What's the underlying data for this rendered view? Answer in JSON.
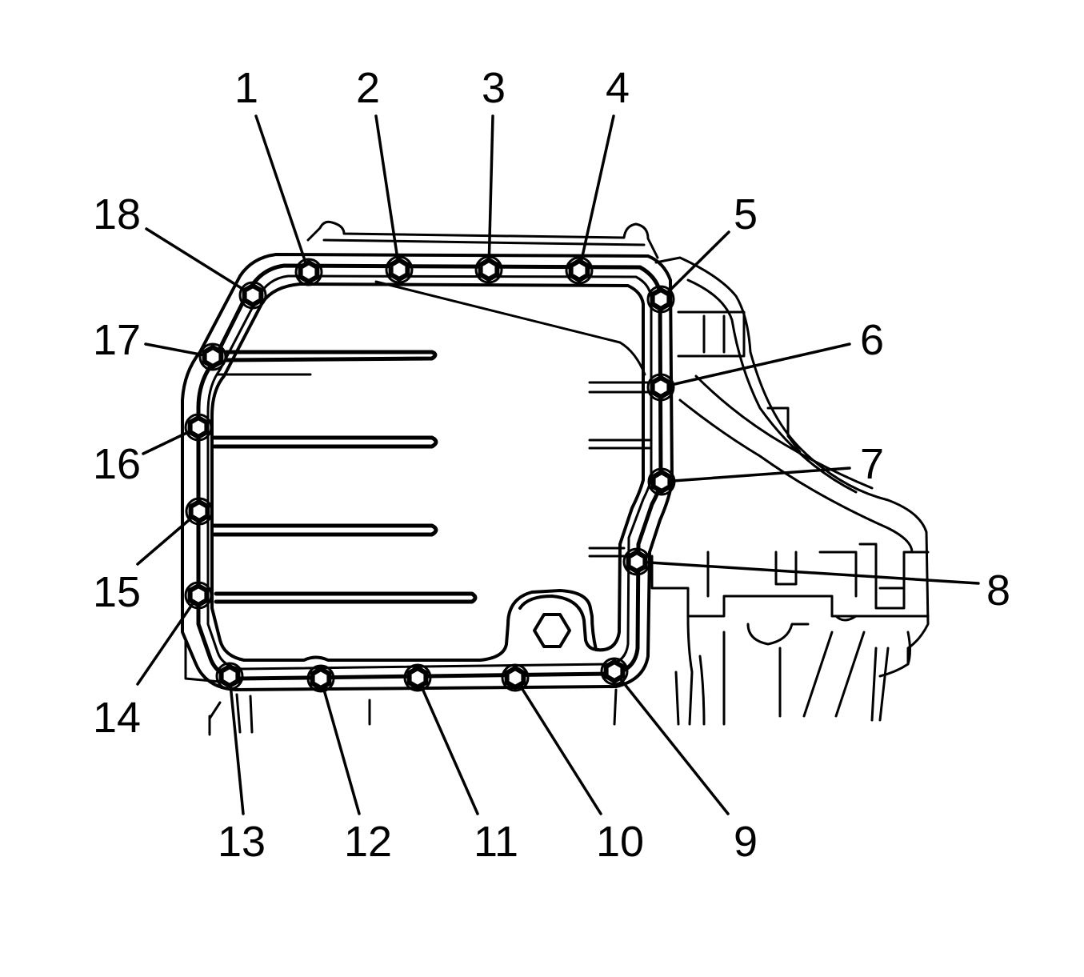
{
  "bolt_labels": [
    "1",
    "2",
    "3",
    "4",
    "5",
    "6",
    "7",
    "8",
    "9",
    "10",
    "11",
    "12",
    "13",
    "14",
    "15",
    "16",
    "17",
    "18"
  ]
}
